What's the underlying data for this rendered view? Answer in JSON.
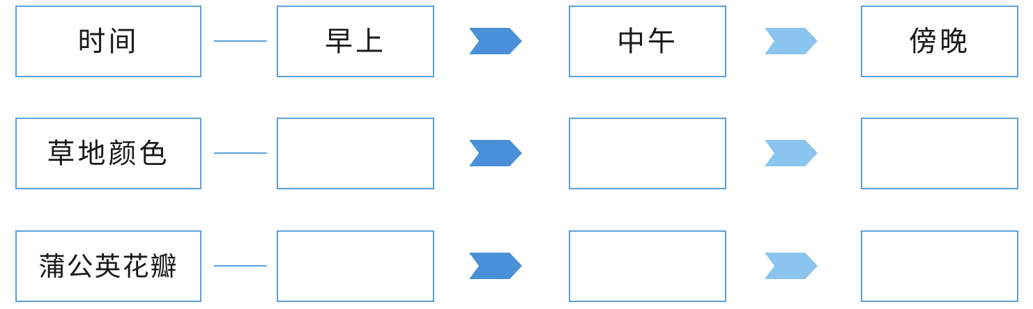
{
  "colors": {
    "border": "#5aa0dc",
    "arrow_dark": "#4a90d9",
    "arrow_light": "#8cc4f0",
    "text": "#1a1a1a"
  },
  "rows": [
    {
      "label": "时间",
      "cells": [
        "早上",
        "中午",
        "傍晚"
      ]
    },
    {
      "label": "草地颜色",
      "cells": [
        "",
        "",
        ""
      ]
    },
    {
      "label": "蒲公英花瓣",
      "cells": [
        "",
        "",
        ""
      ]
    }
  ],
  "arrow_icon": "chevron-right-icon",
  "connector_icon": "dash-connector"
}
